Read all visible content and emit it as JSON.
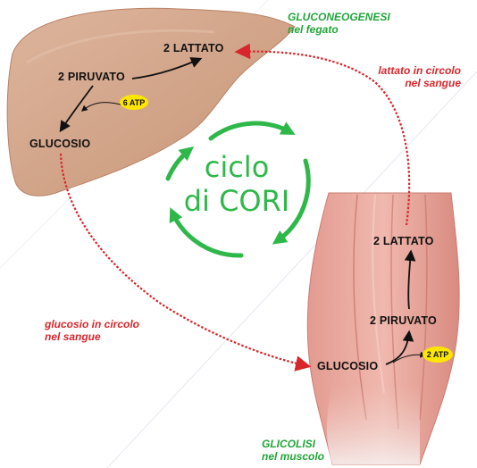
{
  "center": {
    "line1": "ciclo",
    "line2": "di CORI",
    "color": "#2fb84a"
  },
  "liver": {
    "process": "GLUCONEOGENESI",
    "location": "nel fegato",
    "molecules": {
      "lactate": "2  LATTATO",
      "pyruvate": "2  PIRUVATO",
      "glucose": "GLUCOSIO"
    },
    "atp": "6 ATP"
  },
  "muscle": {
    "process": "GLICOLISI",
    "location": "nel muscolo",
    "molecules": {
      "lactate": "2  LATTATO",
      "pyruvate": "2  PIRUVATO",
      "glucose": "GLUCOSIO"
    },
    "atp": "2 ATP"
  },
  "transport": {
    "lactate": {
      "line1": "lattato in circolo",
      "line2": "nel sangue"
    },
    "glucose": {
      "line1": "glucosio in circolo",
      "line2": "nel sangue"
    }
  },
  "colors": {
    "liver": "#d3a58c",
    "muscle": "#e8a49a",
    "blood_arrow": "#d8262c",
    "process_label": "#22a539"
  }
}
